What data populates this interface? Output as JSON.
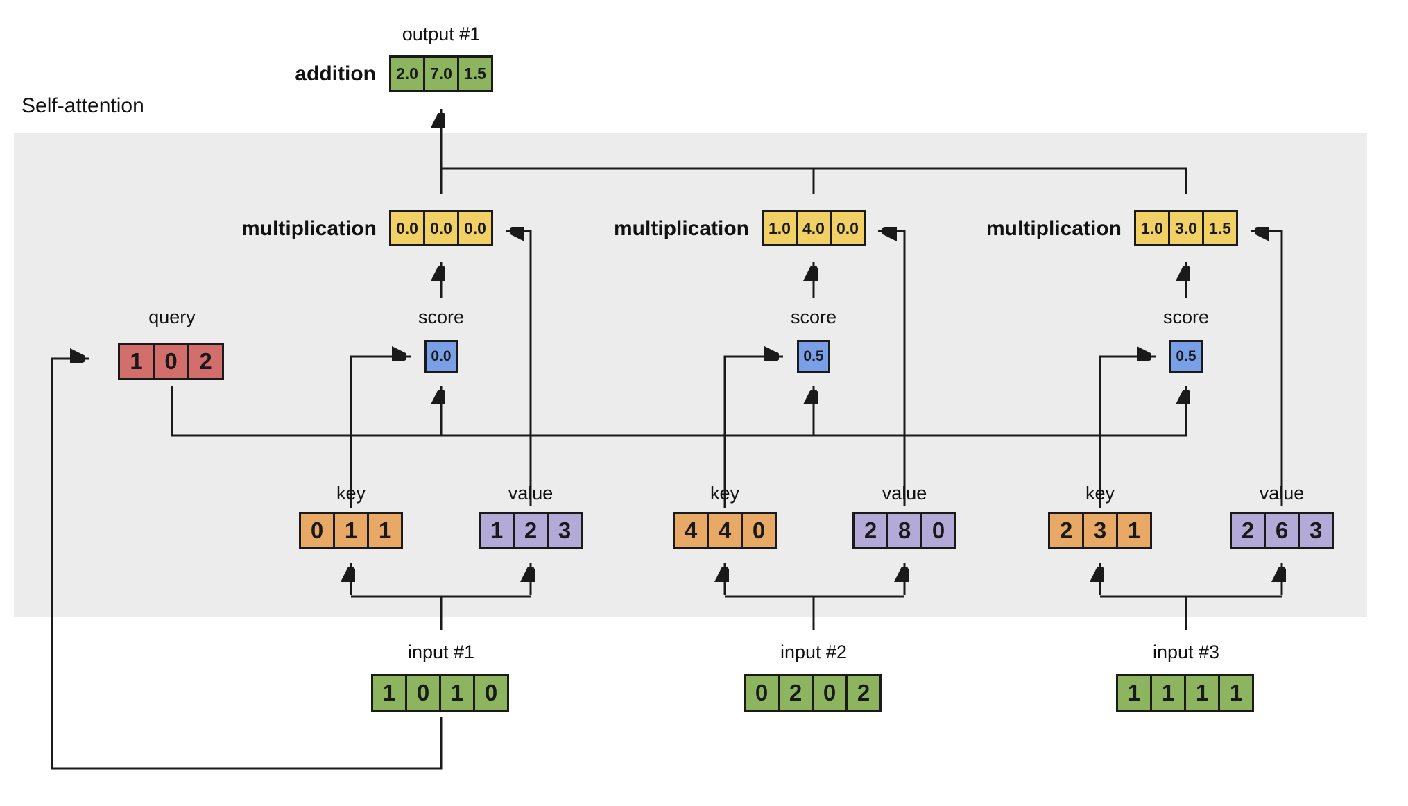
{
  "diagram_title": "Self-attention",
  "colors": {
    "input_fill": "#8db45e",
    "output_fill": "#8db45e",
    "multiplication_fill": "#f1d065",
    "score_fill": "#79a0e6",
    "query_fill": "#d26f6c",
    "key_fill": "#e7a965",
    "value_fill": "#b4aad8",
    "panel_fill": "#ececec",
    "line": "#1a1a1a"
  },
  "output": {
    "label": "output #1",
    "op_label": "addition",
    "values": [
      "2.0",
      "7.0",
      "1.5"
    ]
  },
  "query": {
    "label": "query",
    "values": [
      "1",
      "0",
      "2"
    ]
  },
  "columns": [
    {
      "multiplication": {
        "label": "multiplication",
        "values": [
          "0.0",
          "0.0",
          "0.0"
        ]
      },
      "score": {
        "label": "score",
        "values": [
          "0.0"
        ]
      },
      "key": {
        "label": "key",
        "values": [
          "0",
          "1",
          "1"
        ]
      },
      "value": {
        "label": "value",
        "values": [
          "1",
          "2",
          "3"
        ]
      },
      "input": {
        "label": "input #1",
        "values": [
          "1",
          "0",
          "1",
          "0"
        ]
      }
    },
    {
      "multiplication": {
        "label": "multiplication",
        "values": [
          "1.0",
          "4.0",
          "0.0"
        ]
      },
      "score": {
        "label": "score",
        "values": [
          "0.5"
        ]
      },
      "key": {
        "label": "key",
        "values": [
          "4",
          "4",
          "0"
        ]
      },
      "value": {
        "label": "value",
        "values": [
          "2",
          "8",
          "0"
        ]
      },
      "input": {
        "label": "input #2",
        "values": [
          "0",
          "2",
          "0",
          "2"
        ]
      }
    },
    {
      "multiplication": {
        "label": "multiplication",
        "values": [
          "1.0",
          "3.0",
          "1.5"
        ]
      },
      "score": {
        "label": "score",
        "values": [
          "0.5"
        ]
      },
      "key": {
        "label": "key",
        "values": [
          "2",
          "3",
          "1"
        ]
      },
      "value": {
        "label": "value",
        "values": [
          "2",
          "6",
          "3"
        ]
      },
      "input": {
        "label": "input #3",
        "values": [
          "1",
          "1",
          "1",
          "1"
        ]
      }
    }
  ]
}
